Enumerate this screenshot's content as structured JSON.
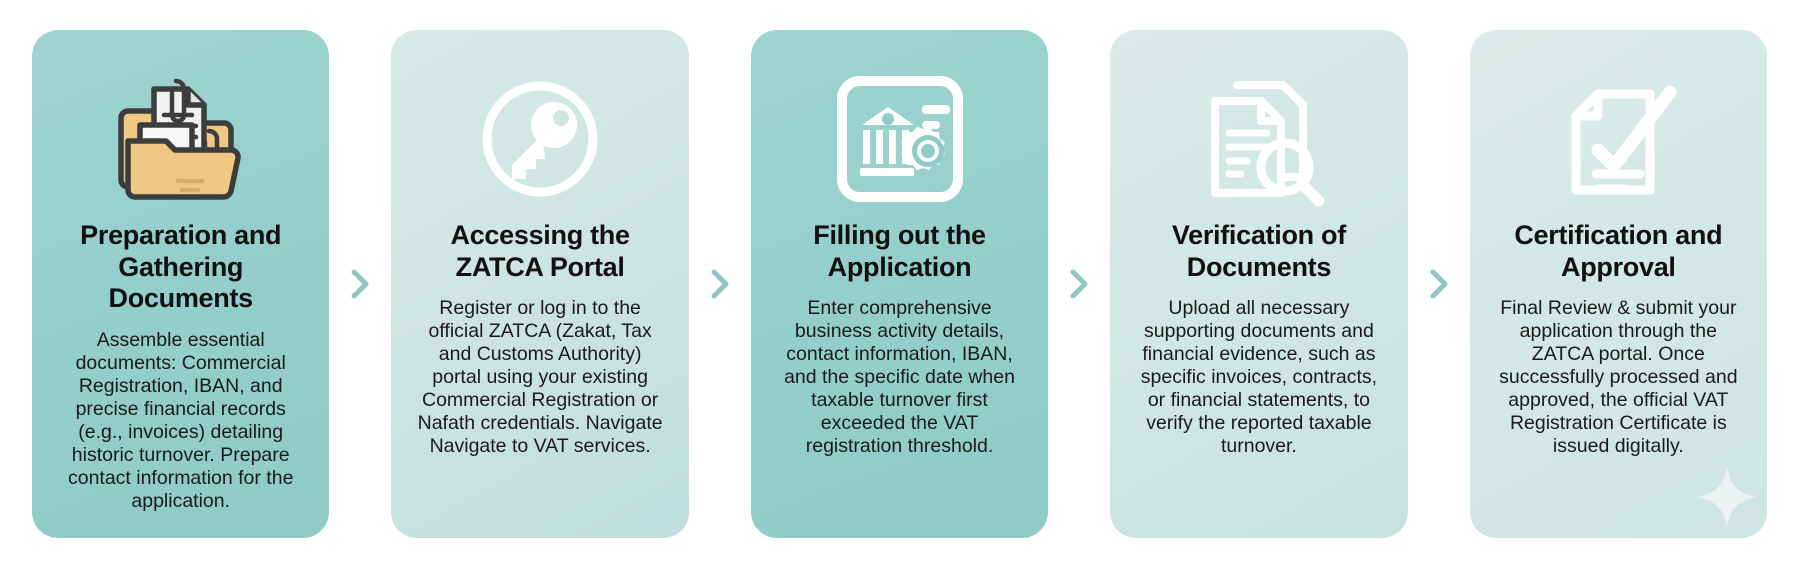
{
  "diagram": {
    "type": "horizontal-process-flow",
    "step_count": 5,
    "separator_icon": "chevron-right-icon",
    "decoration_icon": "sparkle-icon",
    "colors": {
      "card_dark": "#95cfcb",
      "card_light": "#cfe6e3",
      "background": "#ffffff",
      "title_text": "#111111",
      "body_text": "#1a1a1a",
      "icon_white": "#ffffff",
      "chevron": "#8fc6c2",
      "folder_tan": "#f0c884"
    },
    "steps": [
      {
        "index": 1,
        "icon": "folder-documents-paperclip-icon",
        "tone": "dark",
        "title": "Preparation and Gathering Documents",
        "body": "Assemble essential documents: Commercial Registration, IBAN, and precise financial records (e.g., invoices) detailing historic turnover. Prepare contact information for the application."
      },
      {
        "index": 2,
        "icon": "key-circle-icon",
        "tone": "light",
        "title": "Accessing the ZATCA Portal",
        "body": "Register or log in to the official ZATCA (Zakat, Tax and Customs Authority) portal using your existing Commercial Registration or Nafath credentials. Navigate Navigate to VAT services."
      },
      {
        "index": 3,
        "icon": "bank-form-gear-icon",
        "tone": "dark",
        "title": "Filling out the Application",
        "body": "Enter comprehensive business activity details, contact information, IBAN, and the specific date when taxable turnover first exceeded the VAT registration threshold."
      },
      {
        "index": 4,
        "icon": "documents-magnifier-icon",
        "tone": "light",
        "title": "Verification of Documents",
        "body": "Upload all necessary supporting documents and financial evidence, such as specific invoices, contracts, or financial statements, to verify the reported taxable turnover."
      },
      {
        "index": 5,
        "icon": "document-checkmark-pen-icon",
        "tone": "light",
        "title": "Certification and Approval",
        "body": "Final Review & submit your application through the ZATCA portal. Once successfully processed and approved, the official VAT Registration Certificate is issued digitally."
      }
    ]
  }
}
